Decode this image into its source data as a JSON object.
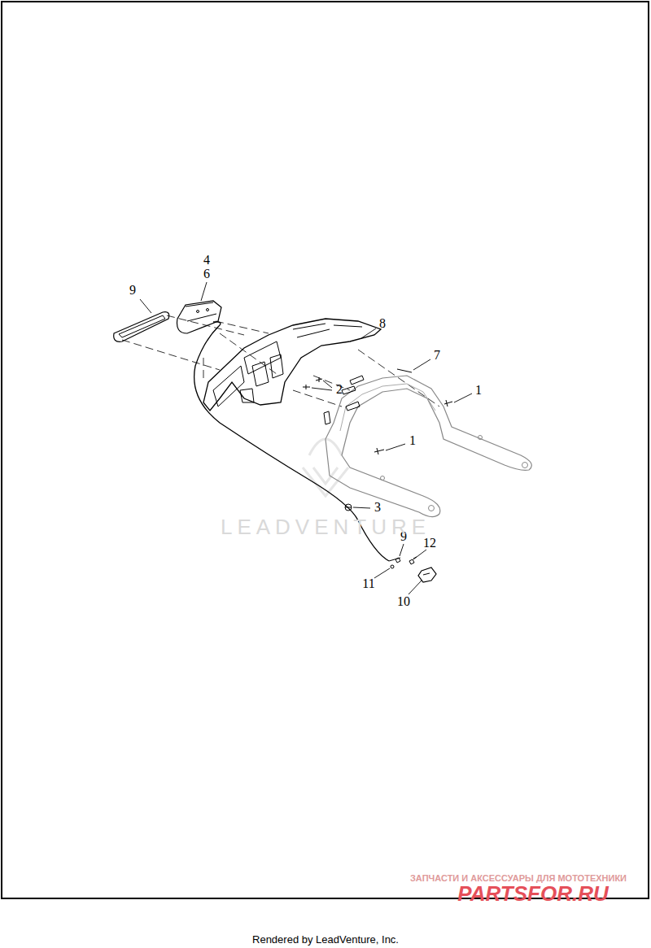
{
  "diagram": {
    "labels": [
      "4",
      "6",
      "9",
      "8",
      "7",
      "2",
      "1",
      "1",
      "3",
      "9",
      "12",
      "11",
      "10",
      "LEADVENTURE",
      "ЗАПЧАСТИ И АКСЕССУАРЫ ДЛЯ МОТОТЕХНИКИ",
      "PARTSFOR.RU",
      "Rendered by LeadVenture, Inc."
    ]
  }
}
